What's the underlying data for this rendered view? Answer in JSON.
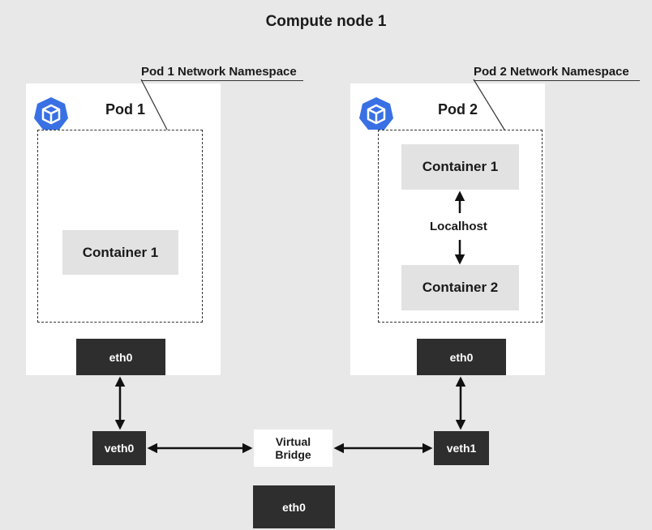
{
  "title": "Compute node 1",
  "colors": {
    "background": "#e8e8e8",
    "pod_background": "#ffffff",
    "container_fill": "#e2e2e2",
    "interface_fill": "#2e2e2e",
    "k8s_icon_blue": "#3970e4"
  },
  "pod1": {
    "title": "Pod 1",
    "namespace_label": "Pod 1 Network Namespace",
    "icon": "kubernetes-cube-icon",
    "container": "Container 1",
    "interface": "eth0"
  },
  "pod2": {
    "title": "Pod 2",
    "namespace_label": "Pod 2 Network Namespace",
    "icon": "kubernetes-cube-icon",
    "container1": "Container 1",
    "container2": "Container 2",
    "link_label": "Localhost",
    "interface": "eth0"
  },
  "host": {
    "veth0": "veth0",
    "veth1": "veth1",
    "bridge_line1": "Virtual",
    "bridge_line2": "Bridge",
    "eth0": "eth0"
  }
}
